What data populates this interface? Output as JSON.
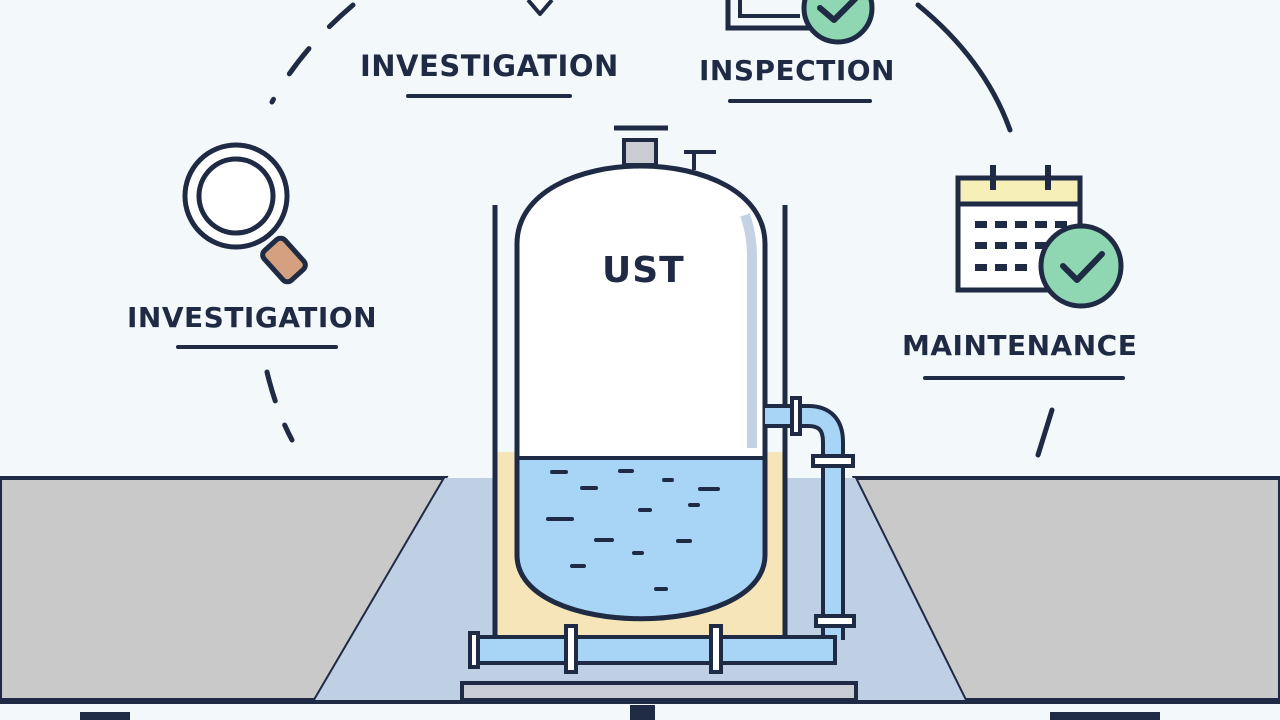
{
  "labels": {
    "investigation_top": "INVESTIGATION",
    "inspection": "INSPECTION",
    "investigation_left": "INVESTIGATION",
    "maintenance": "MAINTENANCE",
    "tank": "UST"
  },
  "icons": {
    "investigation_left": "magnifying-glass",
    "inspection": "clipboard-with-checkmark",
    "maintenance": "calendar-with-checkmark",
    "investigation_top": "location-pin"
  },
  "colors": {
    "outline": "#1f2a44",
    "sky": "#f3f8fb",
    "ground": "#c9c9c9",
    "pit": "#bfcfe4",
    "liquid": "#a8d4f5",
    "backfill": "#f5e5b8",
    "check": "#8fd6b3",
    "calendar_header": "#f6efb8",
    "handle": "#d4a07f"
  }
}
